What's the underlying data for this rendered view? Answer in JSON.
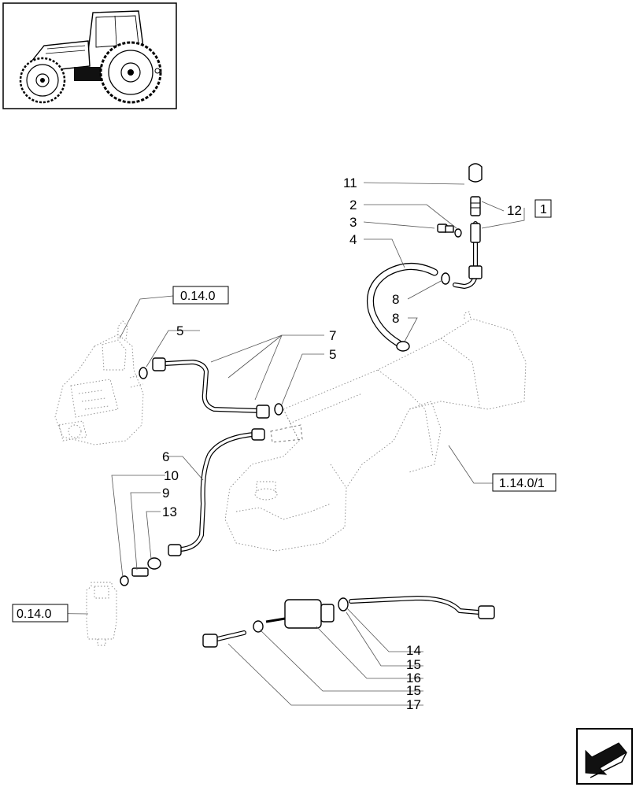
{
  "refs": {
    "pump_ref": "0.14.0",
    "filter_ref": "0.14.0",
    "tank_ref": "1.14.0/1",
    "kit_ref": "1"
  },
  "callouts": {
    "c11": "11",
    "c2": "2",
    "c3": "3",
    "c4": "4",
    "c12": "12",
    "c8a": "8",
    "c8b": "8",
    "c5a": "5",
    "c7": "7",
    "c5b": "5",
    "c6": "6",
    "c10": "10",
    "c9": "9",
    "c13": "13",
    "c14": "14",
    "c15a": "15",
    "c16": "16",
    "c15b": "15",
    "c17": "17"
  }
}
